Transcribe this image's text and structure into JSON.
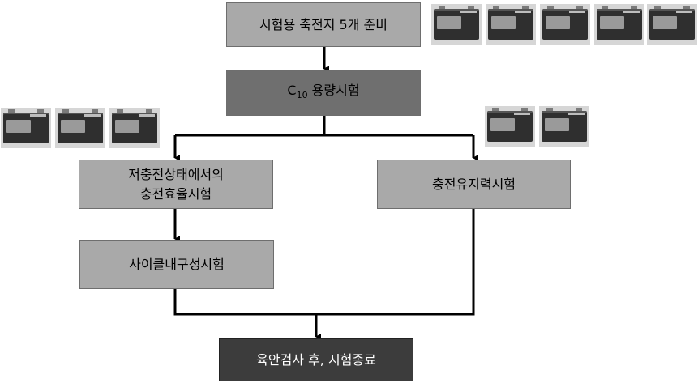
{
  "nodes": {
    "prepare": "시험용 축전지 5개 준비",
    "capacity_main": "C",
    "capacity_sub": "10",
    "capacity_rest": " 용량시험",
    "low_charge_line1": "저충전상태에서의",
    "low_charge_line2": "충전효율시험",
    "retention": "충전유지력시험",
    "cycle": "사이클내구성시험",
    "final": "육안검사 후, 시험종료"
  },
  "icons": {
    "battery": "battery-icon"
  },
  "colors": {
    "light_box": "#a9a9a9",
    "mid_box": "#6f6f6f",
    "dark_box": "#3c3c3c",
    "line": "#000000"
  }
}
